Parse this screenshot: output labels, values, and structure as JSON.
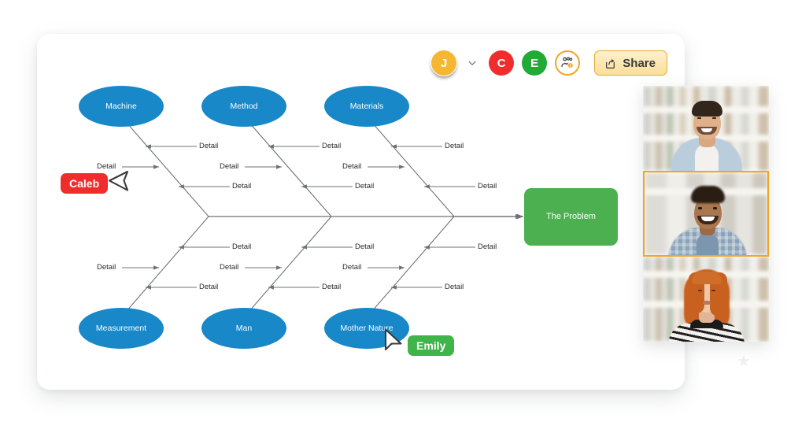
{
  "app": {
    "title": "Fishbone Diagram Whiteboard"
  },
  "toolbar": {
    "avatars": [
      {
        "name": "avatar-self",
        "initial": "J",
        "color": "#f5b731",
        "interactable": true
      },
      {
        "name": "avatar-caleb",
        "initial": "C",
        "color": "#f02d2d",
        "interactable": true
      },
      {
        "name": "avatar-emily",
        "initial": "E",
        "color": "#22aa36",
        "interactable": true
      }
    ],
    "self_chevron_icon": "chevron-down-icon",
    "group_icon": "people-info-icon",
    "group_icon_color": "#f0a623",
    "share_label": "Share",
    "share_icon": "share-export-icon",
    "share_accent": "#e8a93a"
  },
  "diagram": {
    "type": "fishbone",
    "node_color": "#1888c8",
    "problem_color": "#4caf50",
    "line_color": "#6f7176",
    "problem": {
      "label": "The Problem"
    },
    "categories_top": [
      {
        "label": "Machine"
      },
      {
        "label": "Method"
      },
      {
        "label": "Materials"
      }
    ],
    "categories_bottom": [
      {
        "label": "Measurement"
      },
      {
        "label": "Man"
      },
      {
        "label": "Mother Nature"
      }
    ],
    "detail_label": "Detail",
    "details": [
      {
        "label": "Detail"
      },
      {
        "label": "Detail"
      },
      {
        "label": "Detail"
      },
      {
        "label": "Detail"
      },
      {
        "label": "Detail"
      },
      {
        "label": "Detail"
      },
      {
        "label": "Detail"
      },
      {
        "label": "Detail"
      },
      {
        "label": "Detail"
      },
      {
        "label": "Detail"
      },
      {
        "label": "Detail"
      },
      {
        "label": "Detail"
      },
      {
        "label": "Detail"
      },
      {
        "label": "Detail"
      },
      {
        "label": "Detail"
      },
      {
        "label": "Detail"
      },
      {
        "label": "Detail"
      },
      {
        "label": "Detail"
      }
    ]
  },
  "cursors": [
    {
      "name": "cursor-caleb",
      "label": "Caleb",
      "color": "#f02d2d"
    },
    {
      "name": "cursor-emily",
      "label": "Emily",
      "color": "#3eb449"
    }
  ],
  "video_call": {
    "active_border_color": "#f0a623",
    "tiles": [
      {
        "name": "video-tile-1",
        "active": false
      },
      {
        "name": "video-tile-2",
        "active": true
      },
      {
        "name": "video-tile-3",
        "active": false
      }
    ]
  }
}
